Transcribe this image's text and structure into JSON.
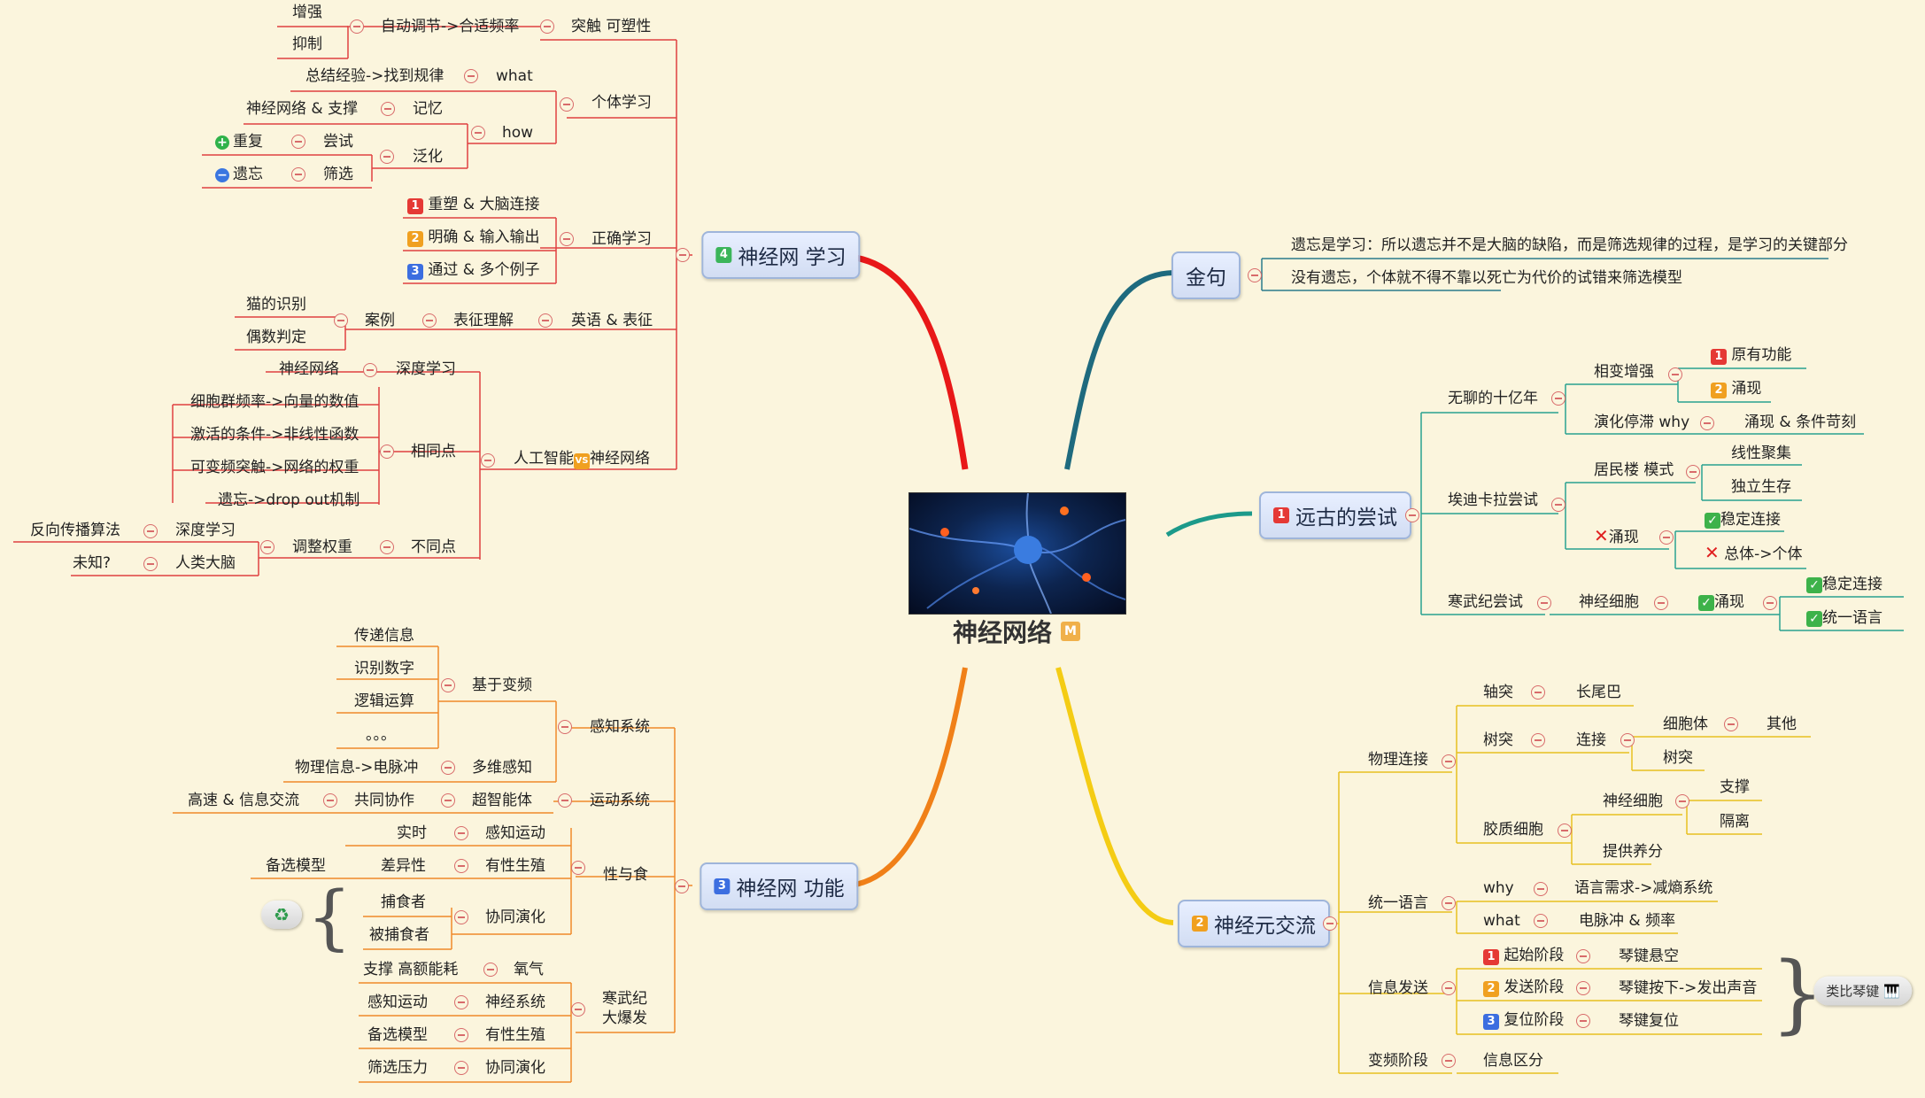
{
  "center": {
    "title": "神经网络",
    "badge": "M"
  },
  "main": {
    "b4": {
      "num": "4",
      "label": "神经网 学习"
    },
    "jin": {
      "label": "金句"
    },
    "b1": {
      "num": "1",
      "label": "远古的尝试"
    },
    "b3": {
      "num": "3",
      "label": "神经网 功能"
    },
    "b2": {
      "num": "2",
      "label": "神经元交流"
    }
  },
  "t": {
    "zq": "增强",
    "yz": "抑制",
    "zdtj": "自动调节->合适频率",
    "tcksx": "突触 可塑性",
    "zjjy": "总结经验->找到规律",
    "what": "what",
    "gtxx": "个体学习",
    "sjwl_zc": "神经网络 & 支撑",
    "jy": "记忆",
    "how": "how",
    "cf": "重复",
    "cs": "尝试",
    "fh": "泛化",
    "yw": "遗忘",
    "sx": "筛选",
    "cs1": "重塑 & 大脑连接",
    "mq": "明确 & 输入输出",
    "zqxx": "正确学习",
    "tg": "通过 & 多个例子",
    "mao": "猫的识别",
    "al": "案例",
    "bzlj": "表征理解",
    "yy": "英语 & 表征",
    "osd": "偶数判定",
    "sjwl": "神经网络",
    "sdxx": "深度学习",
    "xbq": "细胞群频率->向量的数值",
    "jhtj": "激活的条件->非线性函数",
    "kbp": "可变频突触->网络的权重",
    "xtd": "相同点",
    "ywdrop": "遗忘->drop out机制",
    "rgzn_a": "人工智能",
    "vs": "VS",
    "rgzn_b": "神经网络",
    "fxcb": "反向传播算法",
    "sdxx2": "深度学习",
    "tzqz": "调整权重",
    "btd": "不同点",
    "wz": "未知?",
    "rldn": "人类大脑",
    "jj1": "遗忘是学习：所以遗忘并不是大脑的缺陷，而是筛选规律的过程，是学习的关键部分",
    "jj2": "没有遗忘，个体就不得不靠以死亡为代价的试错来筛选模型",
    "ygn": "原有功能",
    "yx": "涌现",
    "xbzq": "相变增强",
    "wlsyn": "无聊的十亿年",
    "yhtz": "演化停滞 why",
    "yxtj": "涌现 & 条件苛刻",
    "xxjj": "线性聚集",
    "jml": "居民楼 模式",
    "dlsc": "独立生存",
    "adkl": "埃迪卡拉尝试",
    "wdlj": "稳定连接",
    "yx2": "涌现",
    "ztgt": "总体->个体",
    "hwjcs": "寒武纪尝试",
    "sjxb": "神经细胞",
    "yx3": "涌现",
    "wdlj2": "稳定连接",
    "tyyy": "统一语言",
    "zt": "轴突",
    "cwb": "长尾巴",
    "st": "树突",
    "lj": "连接",
    "xbt": "细胞体",
    "qt": "其他",
    "st2": "树突",
    "wllj": "物理连接",
    "sjxb2": "神经细胞",
    "zc": "支撑",
    "gl": "隔离",
    "jzxb": "胶质细胞",
    "tgyf": "提供养分",
    "why": "why",
    "yyxq": "语言需求->减熵系统",
    "tyyy2": "统一语言",
    "what2": "what",
    "smc": "电脉冲 & 频率",
    "qsjd": "起始阶段",
    "qjxk": "琴键悬空",
    "xxfs": "信息发送",
    "fsjd": "发送阶段",
    "qjax": "琴键按下->发出声音",
    "fwjd": "复位阶段",
    "qjfw": "琴键复位",
    "lbqj": "类比琴键",
    "bpjd": "变频阶段",
    "xxqf": "信息区分",
    "cdxx": "传递信息",
    "sbsz": "识别数字",
    "ljys": "逻辑运算",
    "dots": "。。。",
    "jybp": "基于变频",
    "gzxt": "感知系统",
    "wlxx": "物理信息->电脉冲",
    "dwgz": "多维感知",
    "gsjl": "高速 & 信息交流",
    "gtxz": "共同协作",
    "cznt": "超智能体",
    "ydxt": "运动系统",
    "ss": "实时",
    "gzyd": "感知运动",
    "cyx": "差异性",
    "yxsz": "有性生殖",
    "xys": "性与食",
    "bxmx": "备选模型",
    "bsz": "捕食者",
    "xtyh": "协同演化",
    "bbsz": "被捕食者",
    "zcgn": "支撑 高额能耗",
    "yq": "氧气",
    "gzyd2": "感知运动",
    "sjxt": "神经系统",
    "hwj1": "寒武纪",
    "hwj2": "大爆发",
    "bxmx2": "备选模型",
    "yxsz2": "有性生殖",
    "sxyl": "筛选压力",
    "xtyh2": "协同演化",
    "n1": "1",
    "n2": "2",
    "n3": "3"
  },
  "colors": {
    "red": "#e53935",
    "teal": "#1f6b7d",
    "orange": "#f0821e",
    "yellow": "#f5cc20"
  },
  "icons": {
    "recycle": "♻"
  }
}
